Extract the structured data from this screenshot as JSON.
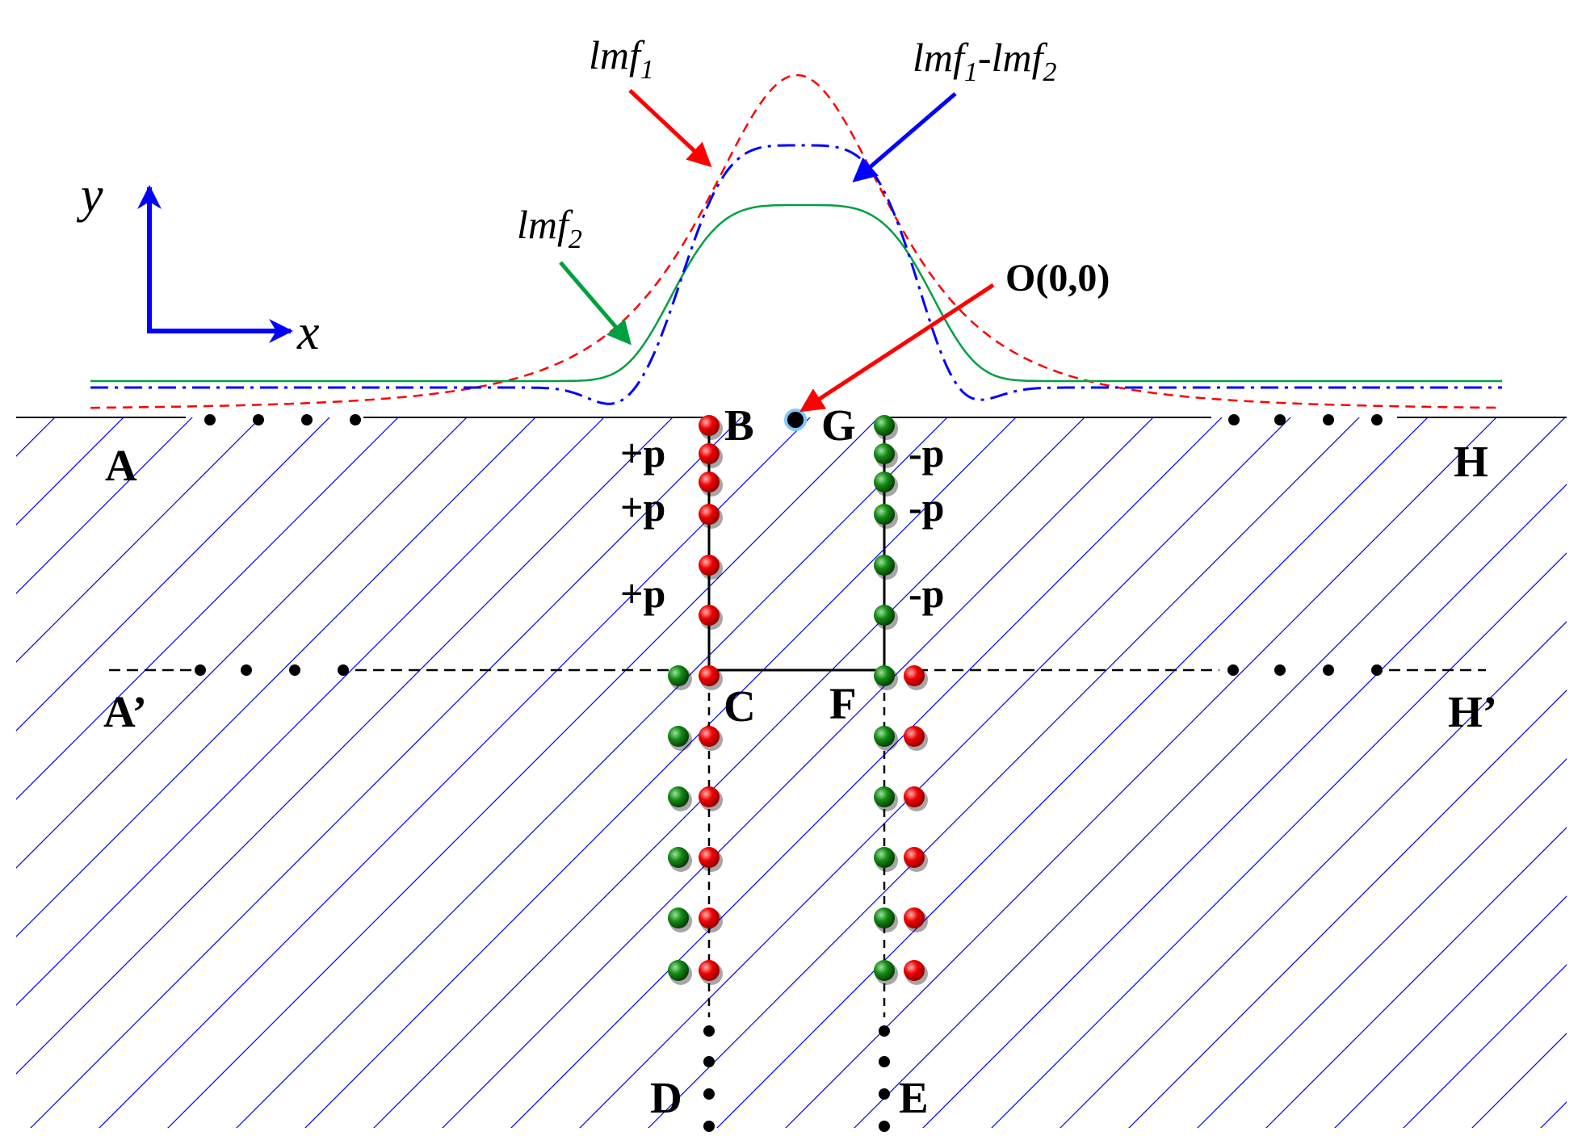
{
  "axes": {
    "x_label": "x",
    "y_label": "y",
    "color": "#0000ff"
  },
  "points": {
    "A": "A",
    "A_prime": "A’",
    "B": "B",
    "C": "C",
    "D": "D",
    "E": "E",
    "F": "F",
    "G": "G",
    "H": "H",
    "H_prime": "H’"
  },
  "origin": {
    "label": "O(0,0)"
  },
  "charges": {
    "positive": "+p",
    "negative": "-p"
  },
  "curves": {
    "lmf1": {
      "base": "lmf",
      "sub": "1",
      "color": "#ff0000",
      "style": "dashed"
    },
    "lmf2": {
      "base": "lmf",
      "sub": "2",
      "color": "#00a040",
      "style": "solid"
    },
    "lmf1_minus_lmf2": {
      "base1": "lmf",
      "sub1": "1",
      "minus": "-",
      "base2": "lmf",
      "sub2": "2",
      "color": "#0000ff",
      "style": "dash-dot"
    }
  },
  "colors": {
    "hatch": "#0000ff",
    "positive_atom": "#e00000",
    "negative_atom": "#107010",
    "origin_marker": "#80c8ff"
  }
}
